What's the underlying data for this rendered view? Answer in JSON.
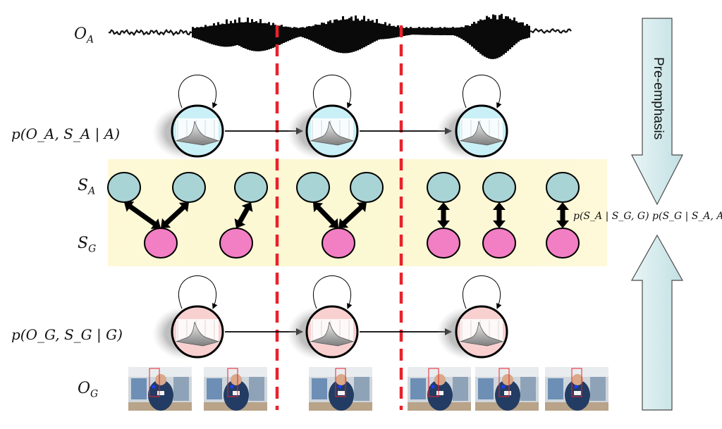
{
  "labels": {
    "oa": "O",
    "oa_sub": "A",
    "p_audio": "p(O_A, S_A | A)",
    "sa": "S",
    "sa_sub": "A",
    "sg": "S",
    "sg_sub": "G",
    "p_gesture": "p(O_G, S_G | G)",
    "og": "O",
    "og_sub": "G",
    "coupling": "p(S_A | S_G, G) p(S_G | S_A, A)"
  },
  "arrows": {
    "pre_emphasis": "Pre-emphasis"
  },
  "colors": {
    "audio_state_fill": "#c9f0f6",
    "gesture_state_fill": "#f9d0d0",
    "sa_node_fill": "#a9d4d6",
    "sg_node_fill": "#f27ec4",
    "band_fill": "#fbf8d4",
    "separator": "#e8222b",
    "big_arrow_fill": "#d5ecee"
  },
  "icons": [
    "gaussian-surface-icon",
    "video-frame-thumbnail"
  ]
}
